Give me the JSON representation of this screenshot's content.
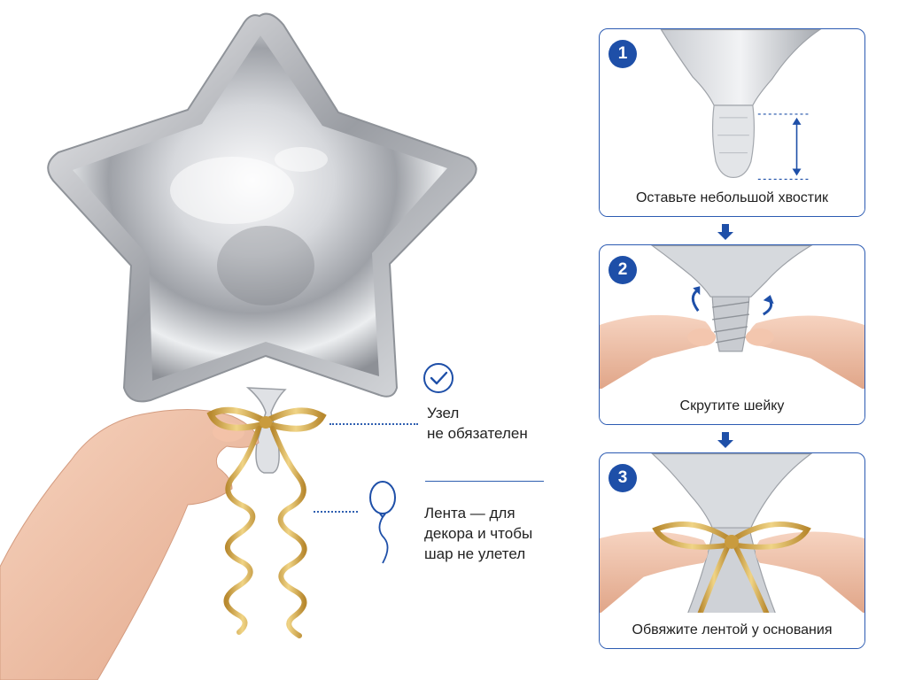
{
  "callouts": {
    "knot": {
      "line1": "Узел",
      "line2": "не обязателен",
      "icon": "check-circle-icon"
    },
    "ribbon": {
      "line1": "Лента — для",
      "line2": "декора и чтобы",
      "line3": "шар не улетел",
      "icon": "balloon-icon"
    }
  },
  "steps": [
    {
      "number": "1",
      "label": "Оставьте небольшой хвостик"
    },
    {
      "number": "2",
      "label": "Скрутите шейку"
    },
    {
      "number": "3",
      "label": "Обвяжите лентой у основания"
    }
  ],
  "colors": {
    "accent": "#1e4fa8",
    "border": "#2c5bb2",
    "ribbon": "#d8b25a",
    "foil": "#b9bcc2"
  }
}
